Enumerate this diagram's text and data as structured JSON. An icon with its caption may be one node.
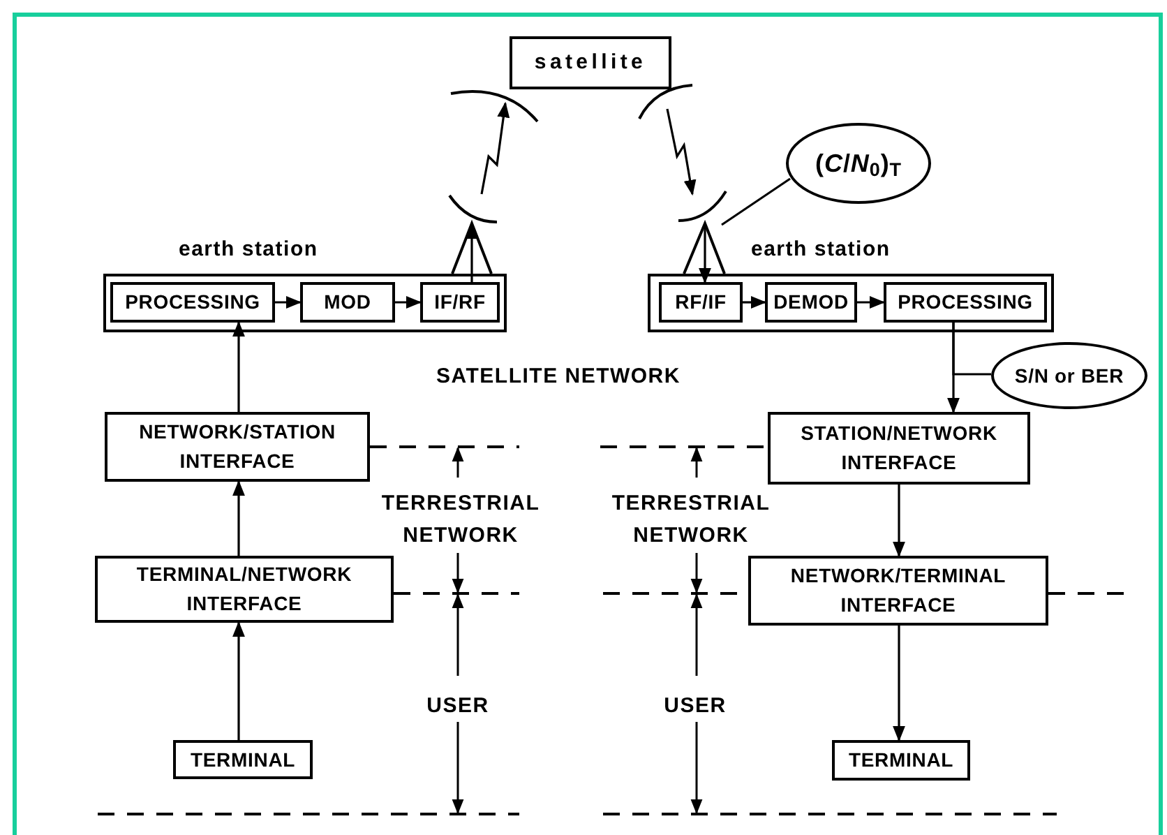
{
  "diagram": {
    "nodes": [
      {
        "text": [
          "satellite"
        ]
      },
      {
        "text": [
          "earth station"
        ]
      },
      {
        "text": [
          "PROCESSING"
        ],
        "in": 1
      },
      {
        "text": [
          "MOD"
        ],
        "in": 1
      },
      {
        "text": [
          "IF/RF"
        ],
        "in": 1
      },
      {
        "text": [
          "earth station"
        ]
      },
      {
        "text": [
          "RF/IF"
        ],
        "in": 5
      },
      {
        "text": [
          "DEMOD"
        ],
        "in": 5
      },
      {
        "text": [
          "PROCESSING"
        ],
        "in": 5
      },
      {
        "text": [
          "(*C*/*N*$_{0}$)$_{T}$"
        ]
      },
      {
        "text": [
          "S/N or BER"
        ]
      },
      {
        "text": [
          "NETWORK/STATION INTERFACE"
        ]
      },
      {
        "text": [
          "TERMINAL/NETWORK INTERFACE"
        ]
      },
      {
        "text": [
          "TERMINAL"
        ]
      },
      {
        "text": [
          "STATION/NETWORK INTERFACE"
        ]
      },
      {
        "text": [
          "NETWORK/TERMINAL INTERFACE"
        ]
      },
      {
        "text": [
          "TERMINAL"
        ]
      },
      {
        "text": [],
        "shape": "antenna"
      },
      {
        "text": [],
        "shape": "antenna"
      },
      {
        "text": [],
        "shape": "antenna"
      },
      {
        "text": [],
        "shape": "antenna"
      }
    ],
    "edges": [
      {
        "from": 2,
        "to": 3,
        "arrow": "to"
      },
      {
        "from": 3,
        "to": 4,
        "arrow": "to"
      },
      {
        "from": 6,
        "to": 7,
        "arrow": "to"
      },
      {
        "from": 7,
        "to": 8,
        "arrow": "to"
      },
      {
        "from": 11,
        "to": 2,
        "arrow": "to"
      },
      {
        "from": 12,
        "to": 11,
        "arrow": "to"
      },
      {
        "from": 13,
        "to": 12,
        "arrow": "to"
      },
      {
        "from": 8,
        "to": 14,
        "arrow": "to"
      },
      {
        "from": 8,
        "to": 10,
        "arrow": "none"
      },
      {
        "from": 14,
        "to": 15,
        "arrow": "to"
      },
      {
        "from": 15,
        "to": 16,
        "arrow": "to"
      },
      {
        "from": 4,
        "to": 17,
        "arrow": "to"
      },
      {
        "from": 17,
        "to": 18,
        "arrow": "to"
      },
      {
        "from": 19,
        "to": 20,
        "arrow": "to"
      },
      {
        "from": 20,
        "to": 6,
        "arrow": "to"
      },
      {
        "from": 9,
        "to": 20,
        "arrow": "none"
      }
    ],
    "labels": [
      "SATELLITE NETWORK",
      "TERRESTRIAL NETWORK",
      "USER",
      "TERRESTRIAL NETWORK",
      "USER"
    ]
  }
}
